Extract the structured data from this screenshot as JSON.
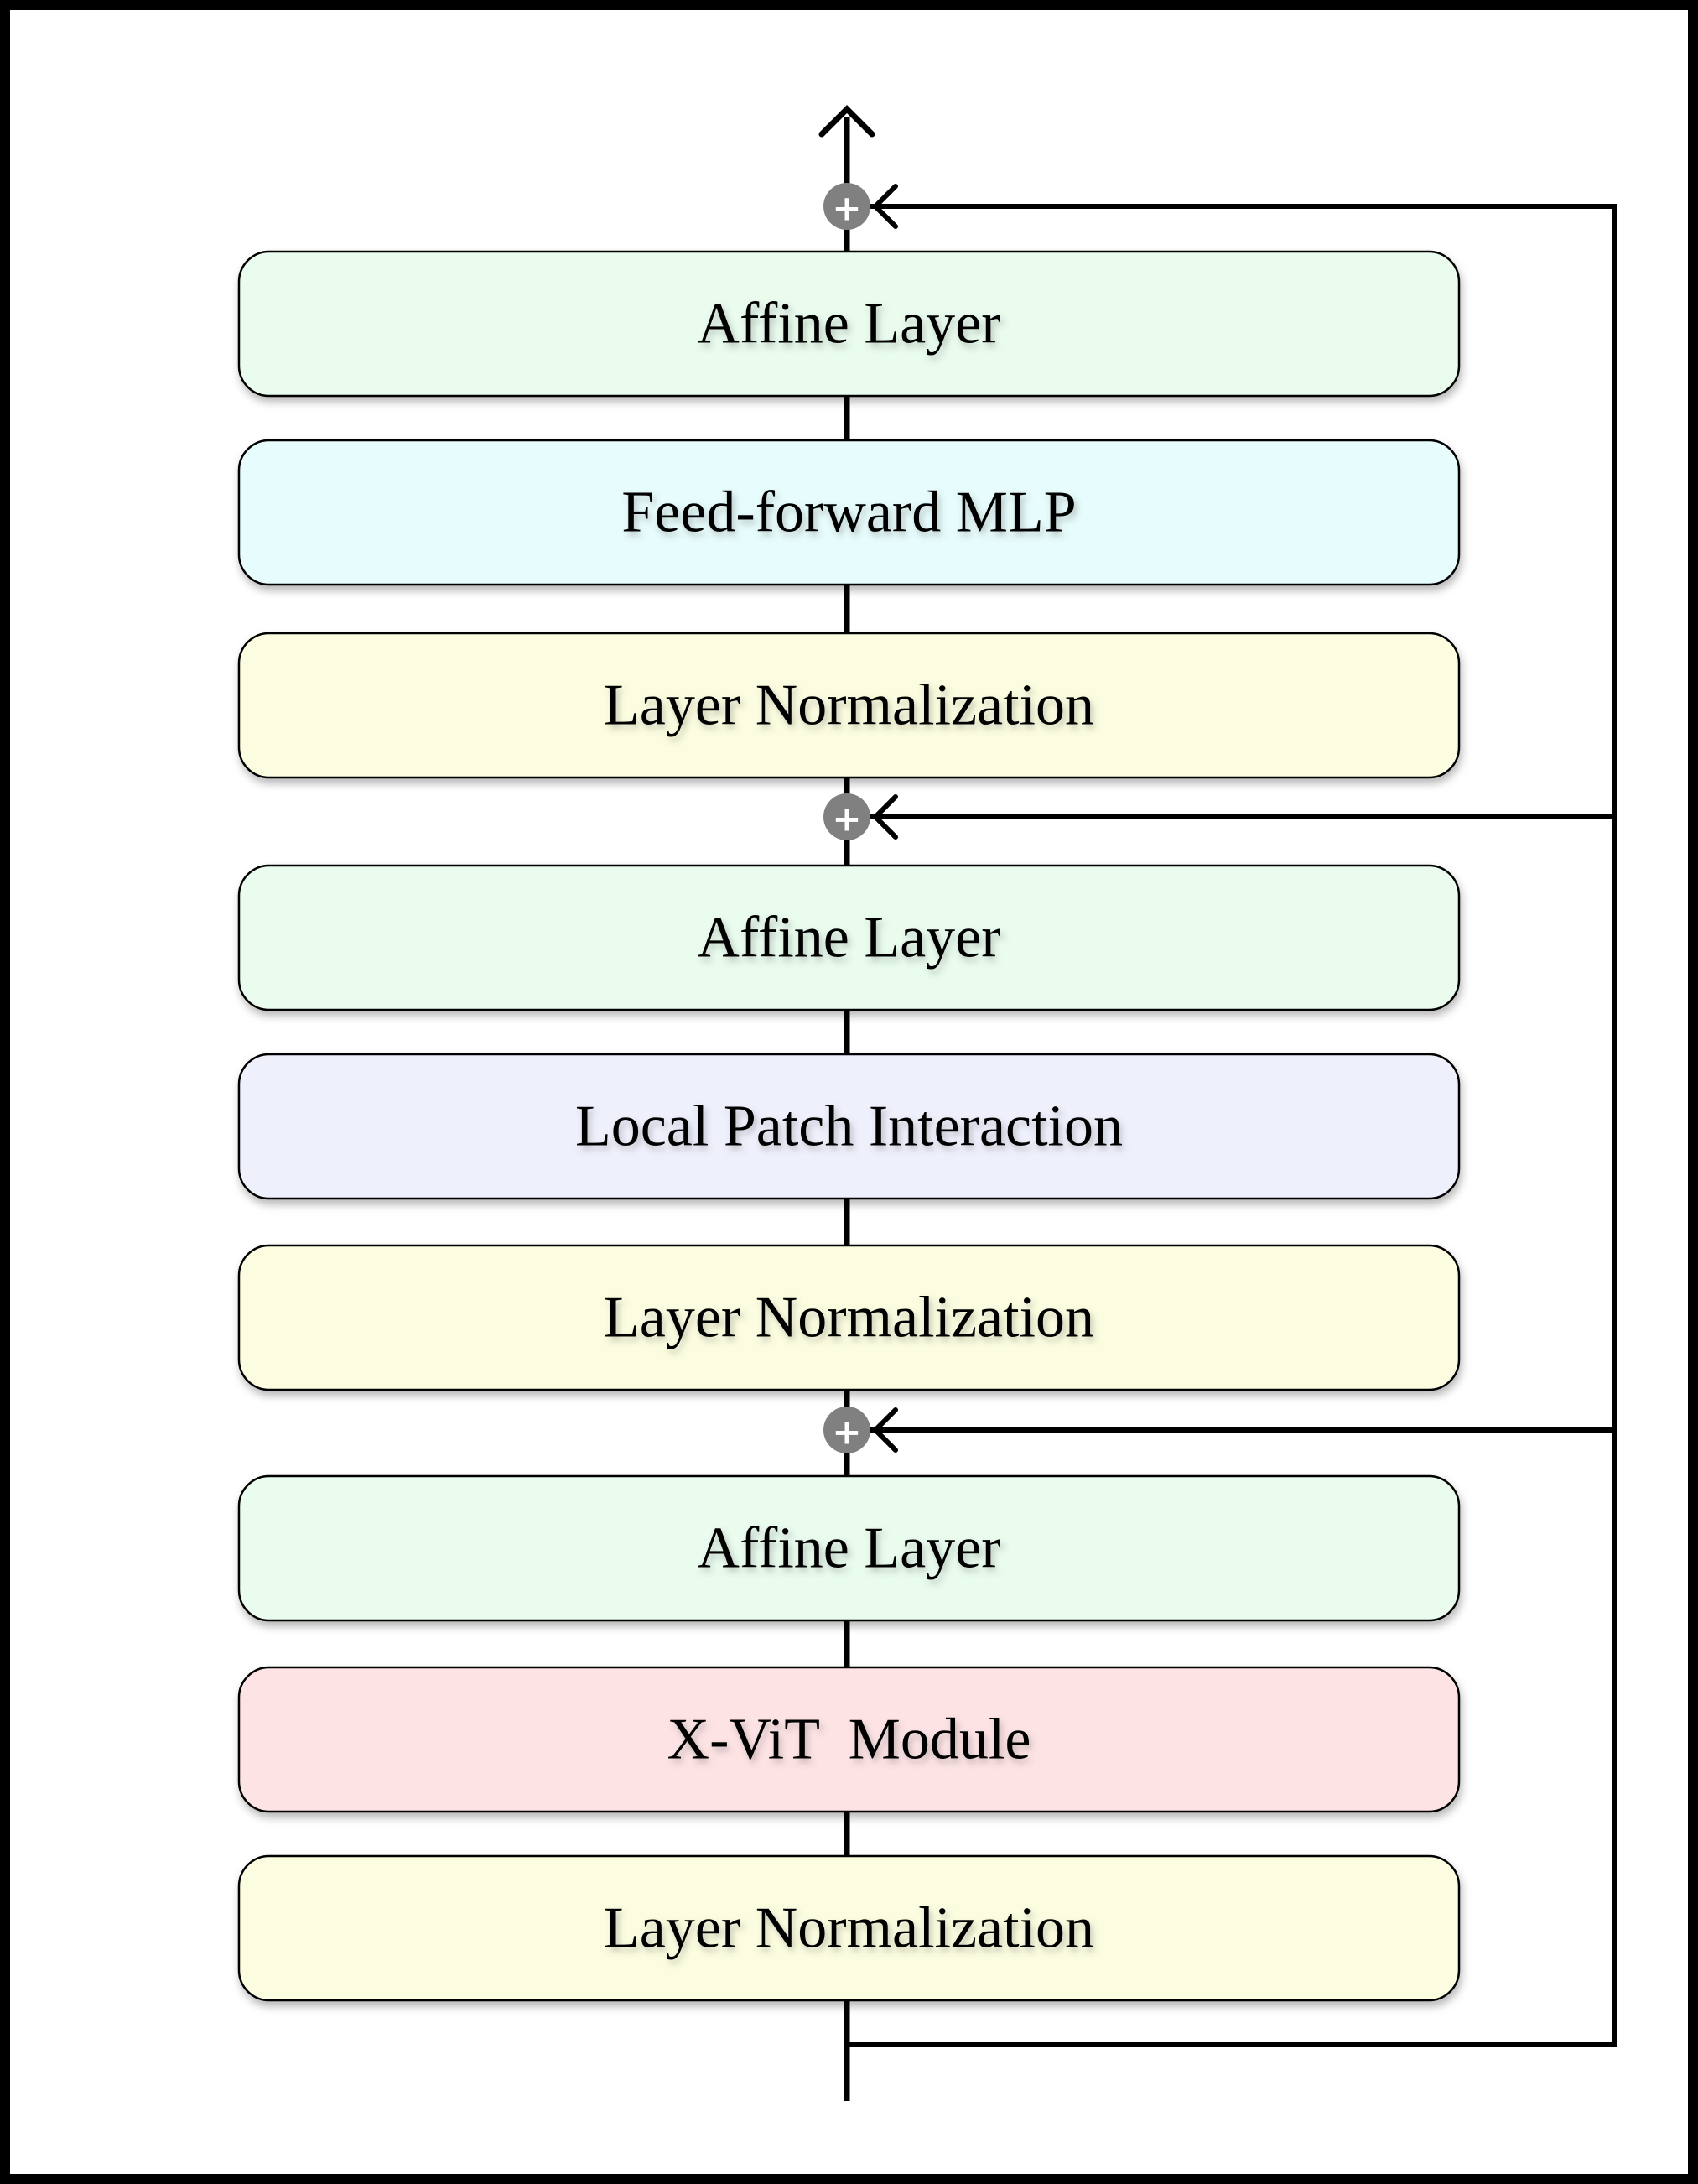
{
  "colors": {
    "affine": "#e9fcee",
    "mlp": "#e7fcfc",
    "norm": "#fcfde0",
    "local_patch": "#eef0fc",
    "xvit": "#fde3e4",
    "add_node": "#808080",
    "stroke": "#000000"
  },
  "blocks": [
    {
      "label": "Affine Layer",
      "color": "affine"
    },
    {
      "label": "Feed-forward MLP",
      "color": "mlp"
    },
    {
      "label": "Layer Normalization",
      "color": "norm"
    },
    {
      "label": "Affine Layer",
      "color": "affine"
    },
    {
      "label": "Local Patch Interaction",
      "color": "local_patch"
    },
    {
      "label": "Layer Normalization",
      "color": "norm"
    },
    {
      "label": "Affine Layer",
      "color": "affine"
    },
    {
      "label": "X-ViT  Module",
      "color": "xvit"
    },
    {
      "label": "Layer Normalization",
      "color": "norm"
    }
  ],
  "add_nodes": [
    {
      "symbol": "+"
    },
    {
      "symbol": "+"
    },
    {
      "symbol": "+"
    }
  ],
  "output_arrow": {
    "icon": "arrow-up-icon"
  }
}
